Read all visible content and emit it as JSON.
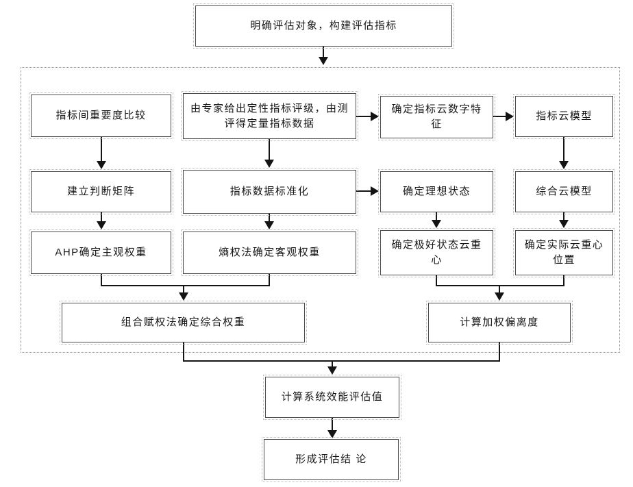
{
  "diagram": {
    "type": "flowchart",
    "background_color": "#ffffff",
    "line_color": "#141414",
    "box_border_color": "#4a4a4a",
    "group_border_color": "#8f8f8f",
    "nodes": {
      "start": {
        "label": "明确评估对象，构建评估指标"
      },
      "importance_compare": {
        "label": "指标间重要度比较"
      },
      "expert_rating": {
        "label": "由专家给出定性指标评级，由测评得定量指标数据"
      },
      "cloud_features": {
        "label": "确定指标云数字特征"
      },
      "index_cloud_model": {
        "label": "指标云模型"
      },
      "judgment_matrix": {
        "label": "建立判断矩阵"
      },
      "data_standardize": {
        "label": "指标数据标准化"
      },
      "ideal_state": {
        "label": "确定理想状态"
      },
      "composite_cloud_model": {
        "label": "综合云模型"
      },
      "ahp_subjective_weight": {
        "label": "AHP确定主观权重"
      },
      "entropy_objective_weight": {
        "label": "熵权法确定客观权重"
      },
      "best_state_centroid": {
        "label": "确定极好状态云重心"
      },
      "actual_centroid_position": {
        "label": "确定实际云重心位置"
      },
      "combined_weight": {
        "label": "组合赋权法确定综合权重"
      },
      "weighted_deviation": {
        "label": "计算加权偏离度"
      },
      "effectiveness_value": {
        "label": "计算系统效能评估值"
      },
      "conclusion": {
        "label": "形成评估结 论"
      }
    },
    "edges": [
      {
        "from": "start",
        "to": "group"
      },
      {
        "from": "importance_compare",
        "to": "judgment_matrix"
      },
      {
        "from": "expert_rating",
        "to": "data_standardize"
      },
      {
        "from": "expert_rating",
        "to": "cloud_features"
      },
      {
        "from": "cloud_features",
        "to": "index_cloud_model"
      },
      {
        "from": "index_cloud_model",
        "to": "composite_cloud_model"
      },
      {
        "from": "data_standardize",
        "to": "ideal_state"
      },
      {
        "from": "judgment_matrix",
        "to": "ahp_subjective_weight"
      },
      {
        "from": "data_standardize",
        "to": "entropy_objective_weight"
      },
      {
        "from": "ideal_state",
        "to": "best_state_centroid"
      },
      {
        "from": "composite_cloud_model",
        "to": "actual_centroid_position"
      },
      {
        "from": "ahp_subjective_weight",
        "to": "combined_weight"
      },
      {
        "from": "entropy_objective_weight",
        "to": "combined_weight"
      },
      {
        "from": "best_state_centroid",
        "to": "weighted_deviation"
      },
      {
        "from": "actual_centroid_position",
        "to": "weighted_deviation"
      },
      {
        "from": "combined_weight",
        "to": "effectiveness_value"
      },
      {
        "from": "weighted_deviation",
        "to": "effectiveness_value"
      },
      {
        "from": "effectiveness_value",
        "to": "conclusion"
      }
    ]
  }
}
